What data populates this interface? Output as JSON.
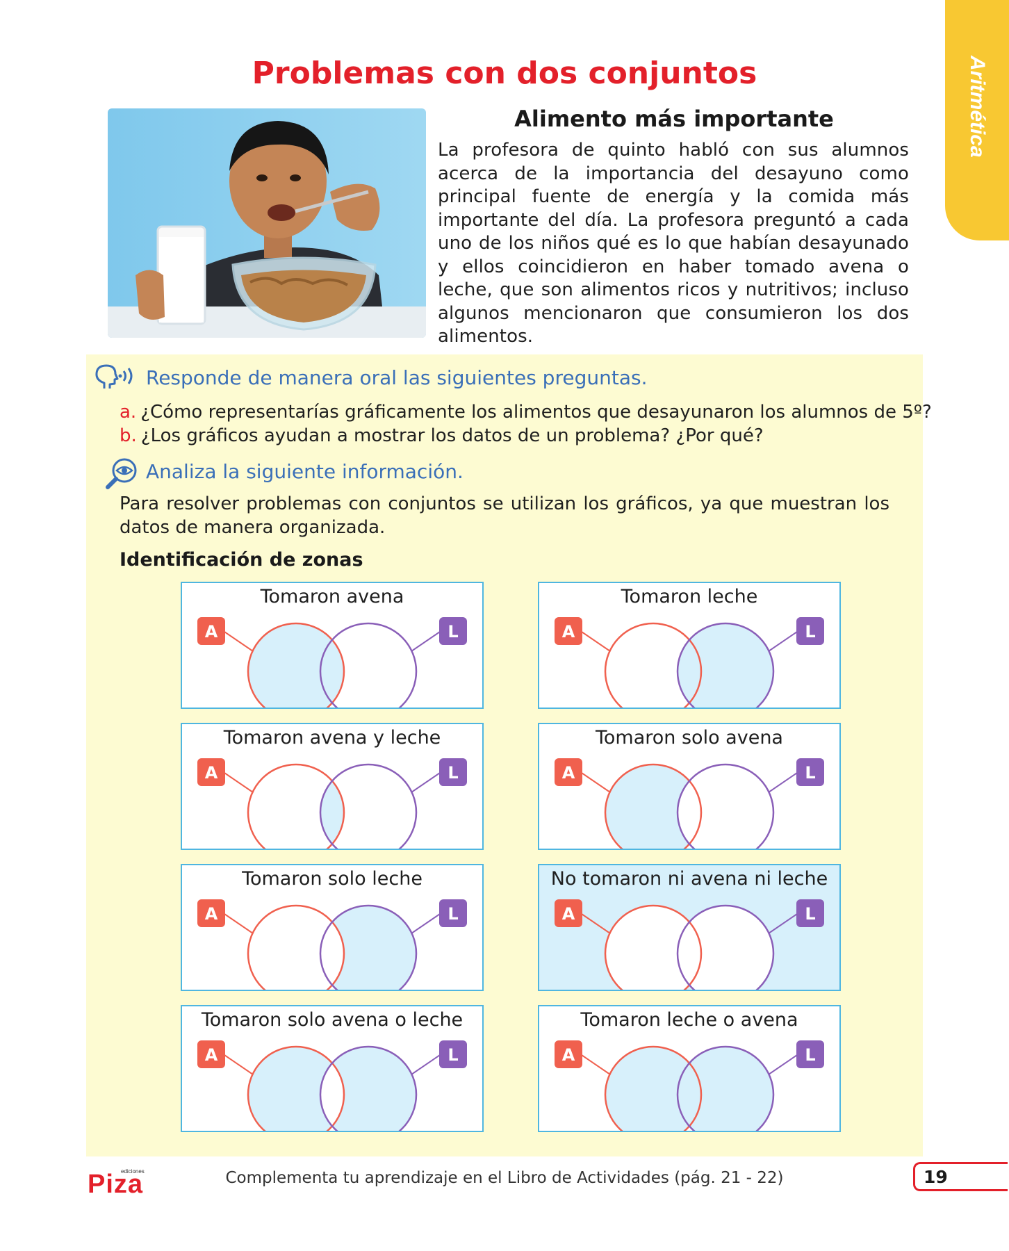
{
  "side_tab": {
    "label": "Aritmética",
    "color": "#f8c832"
  },
  "title": "Problemas con dos conjuntos",
  "story": {
    "title": "Alimento más importante",
    "text": "La profesora de quinto habló con sus alumnos acerca de la importancia del desayuno como principal fuente de energía y la comida más importante del día. La profesora preguntó a cada uno de los niños qué es lo que habían desayunado y ellos coincidieron en haber tomado avena o leche, que son alimentos ricos y nutritivos; incluso algunos mencionaron que consumieron los dos alimentos."
  },
  "oral": {
    "instruction": "Responde de manera oral las siguientes preguntas.",
    "questions": [
      {
        "label": "a.",
        "text": "¿Cómo representarías gráficamente los alimentos que desayunaron los alumnos de 5º?"
      },
      {
        "label": "b.",
        "text": "¿Los gráficos ayudan a mostrar los datos de un problema? ¿Por qué?"
      }
    ]
  },
  "analyze": {
    "instruction": "Analiza la siguiente información.",
    "text": "Para resolver problemas con conjuntos se utilizan los gráficos, ya que muestran los datos de manera organizada."
  },
  "zones": {
    "title": "Identificación de zonas",
    "set_a_label": "A",
    "set_l_label": "L",
    "colors": {
      "set_a": "#f0604e",
      "set_l": "#8a5fb8",
      "shade": "#d7f0fb",
      "border": "#4fb6e0"
    },
    "cards": [
      {
        "title": "Tomaron avena",
        "shaded": "A"
      },
      {
        "title": "Tomaron leche",
        "shaded": "L"
      },
      {
        "title": "Tomaron avena y leche",
        "shaded": "A∩L"
      },
      {
        "title": "Tomaron solo avena",
        "shaded": "A−L"
      },
      {
        "title": "Tomaron solo leche",
        "shaded": "L−A"
      },
      {
        "title": "No tomaron ni avena ni leche",
        "shaded": "outside"
      },
      {
        "title": "Tomaron solo avena o leche",
        "shaded": "AΔL"
      },
      {
        "title": "Tomaron leche o avena",
        "shaded": "A∪L"
      }
    ]
  },
  "footer": {
    "logo_small": "ediciones",
    "logo": "Piza",
    "text": "Complementa tu aprendizaje en el Libro de Actividades (pág. 21 - 22)",
    "page_number": "19"
  }
}
